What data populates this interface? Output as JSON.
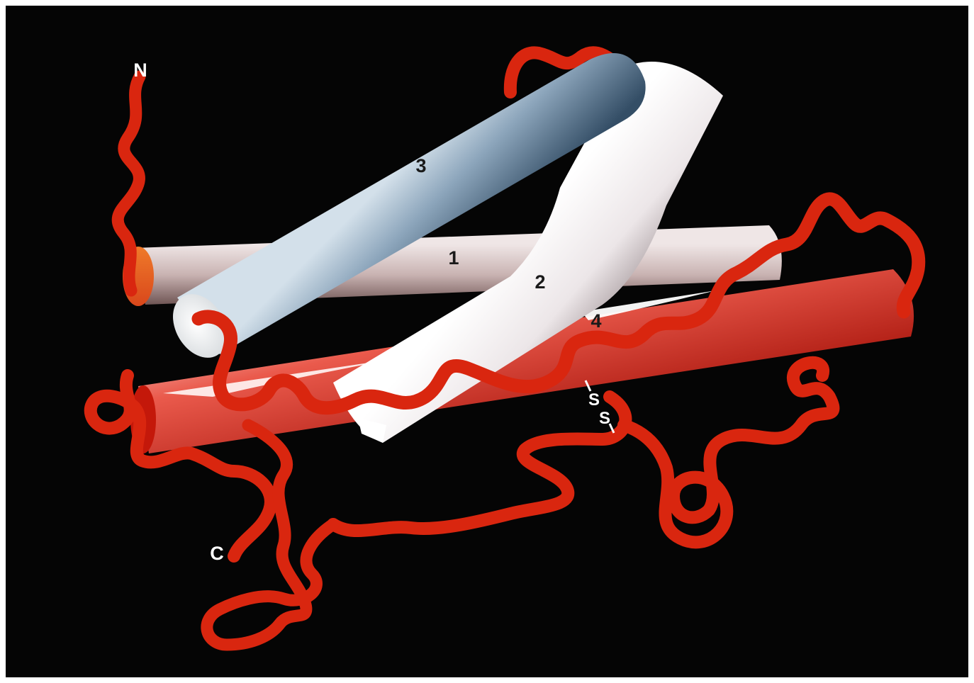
{
  "colors": {
    "background": "#050505",
    "coil": "#d9260f",
    "helix_1": "#c9b7b5",
    "helix_2": "#f2eeee",
    "helix_3": "#8fa7bd",
    "helix_4": "#e0322a",
    "frame": "#ffffff"
  },
  "labels": {
    "n_terminus": "N",
    "c_terminus": "C",
    "helix_1": "1",
    "helix_2": "2",
    "helix_3": "3",
    "helix_4": "4",
    "disulfide_s1": "S",
    "disulfide_s2": "S"
  }
}
